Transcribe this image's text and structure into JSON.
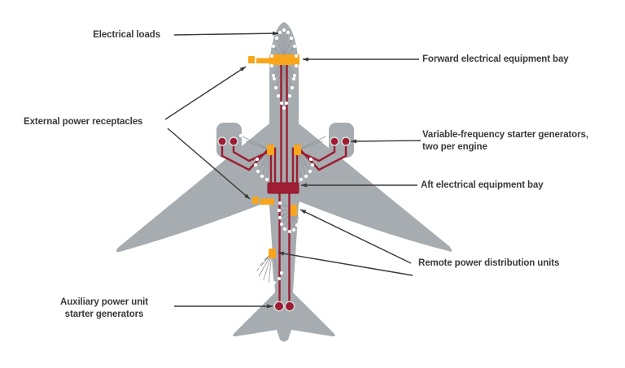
{
  "diagram": {
    "subject": "Aircraft electrical power system layout, top view",
    "labels": {
      "electrical_loads": "Electrical loads",
      "forward_bay": "Forward electrical equipment bay",
      "external_power": "External power receptacles",
      "vfsg_line1": "Variable-frequency starter generators,",
      "vfsg_line2": "two per engine",
      "aft_bay": "Aft electrical equipment bay",
      "rpdu": "Remote power distribution units",
      "apu_line1": "Auxiliary power unit",
      "apu_line2": "starter generators"
    },
    "colors": {
      "background": "#FFFFFF",
      "airframe_gray": "#A7ACB0",
      "power_feeder_maroon": "#9C1C31",
      "bay_maroon": "#A01E33",
      "equipment_orange": "#F9A51C",
      "label_text": "#3A3A3B",
      "fan_line_gray": "#8E9397",
      "load_dot_white": "#FFFFFF",
      "generator_ring": "#D9DCDE"
    },
    "icon_legend": {
      "maroon_circle": "starter-generator",
      "orange_rect": "electrical-equipment-or-rpdu",
      "orange_plug": "external-power-receptacle",
      "white_dot_fan": "electrical-load"
    }
  }
}
